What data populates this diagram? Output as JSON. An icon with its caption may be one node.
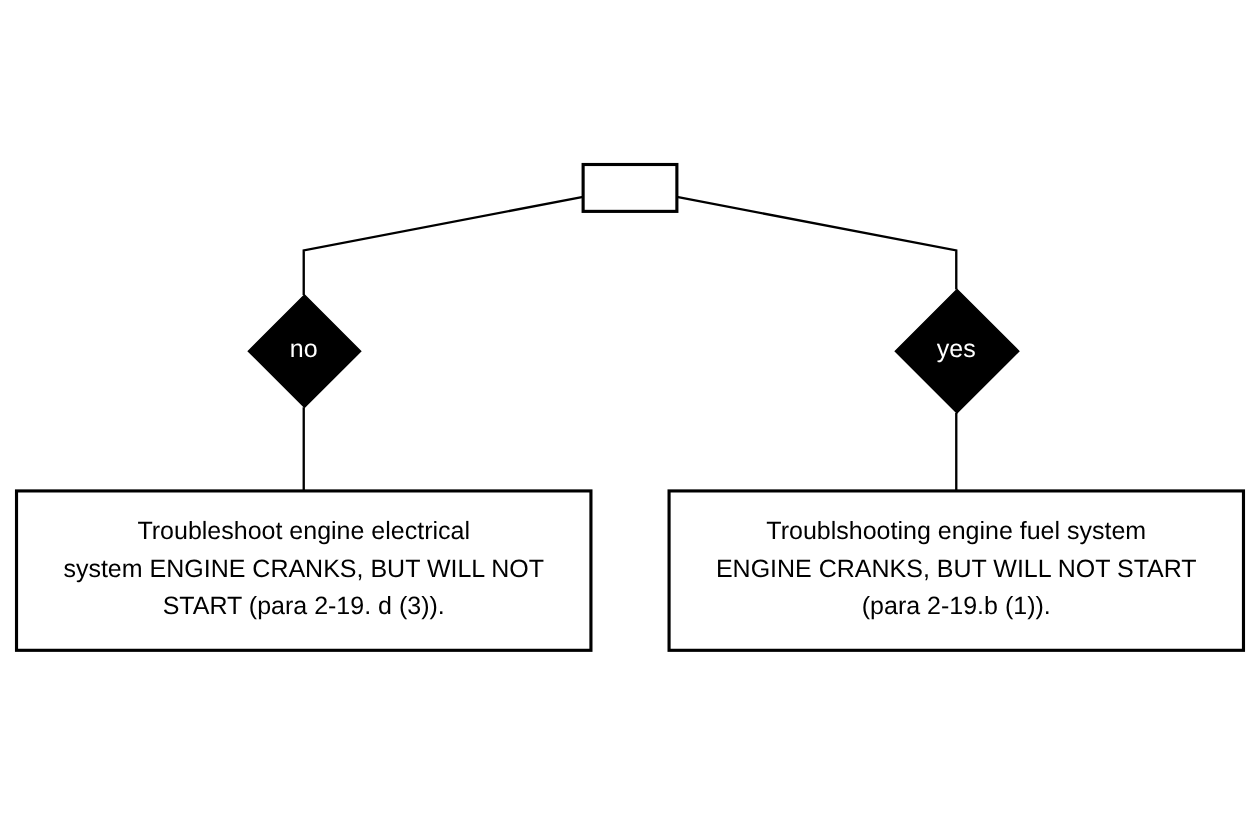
{
  "diagram": {
    "nodes": [
      {
        "text": [],
        "shape": "box"
      },
      {
        "text": [
          "no"
        ]
      },
      {
        "text": [
          "yes"
        ]
      },
      {
        "text": [
          "Troublshooting engine fuel system ENGINE CRANKS, BUT WILL NOT START (para 2-19.b (1))."
        ]
      },
      {
        "text": [
          "Troubleshoot engine electrical system ENGINE CRANKS, BUT WILL NOT START (para 2-19. d (3))."
        ]
      }
    ],
    "edges": [
      {
        "from": 0,
        "to": 1,
        "arrow": "none"
      },
      {
        "from": 0,
        "to": 2,
        "arrow": "none"
      },
      {
        "from": 2,
        "to": 3,
        "arrow": "none"
      },
      {
        "from": 1,
        "to": 4,
        "arrow": "none"
      }
    ]
  }
}
